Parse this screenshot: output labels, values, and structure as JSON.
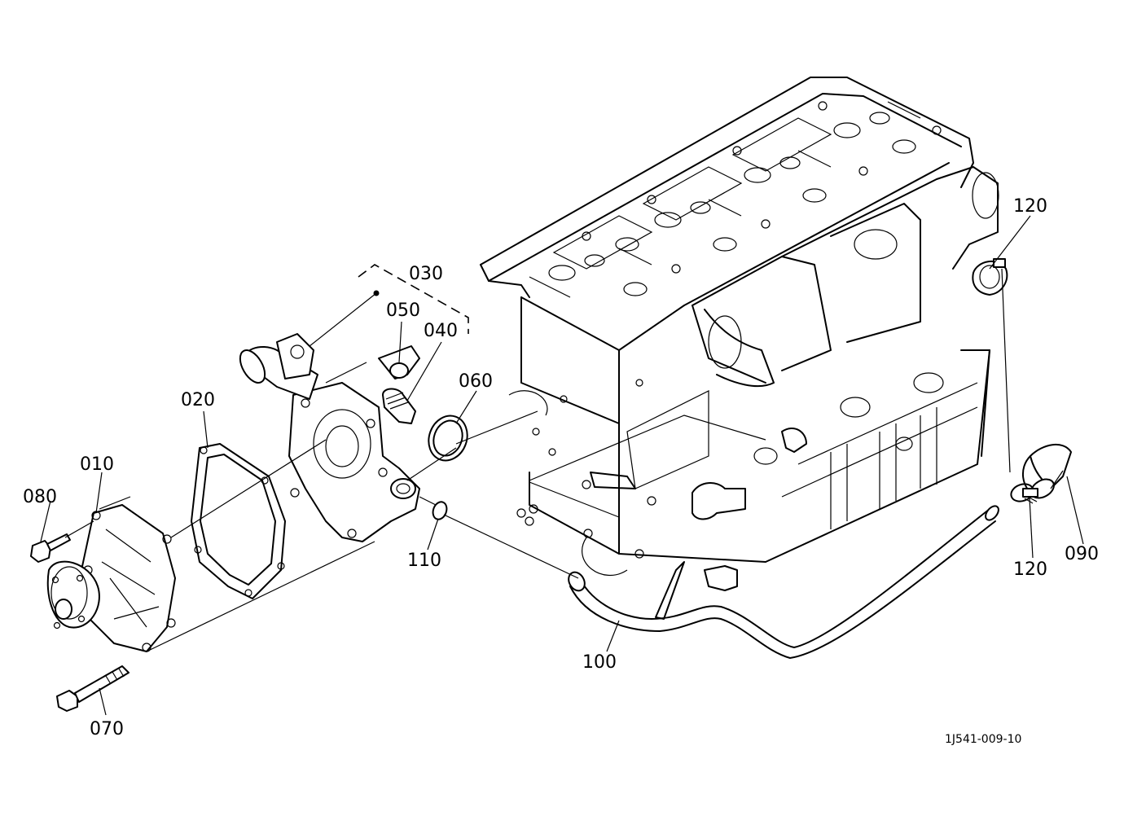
{
  "diagram": {
    "part_labels": {
      "p010": "010",
      "p020": "020",
      "p030": "030",
      "p040": "040",
      "p050": "050",
      "p060": "060",
      "p070": "070",
      "p080": "080",
      "p090": "090",
      "p100": "100",
      "p110": "110",
      "p120a": "120",
      "p120b": "120"
    },
    "reference_code": "1J541-009-10"
  }
}
